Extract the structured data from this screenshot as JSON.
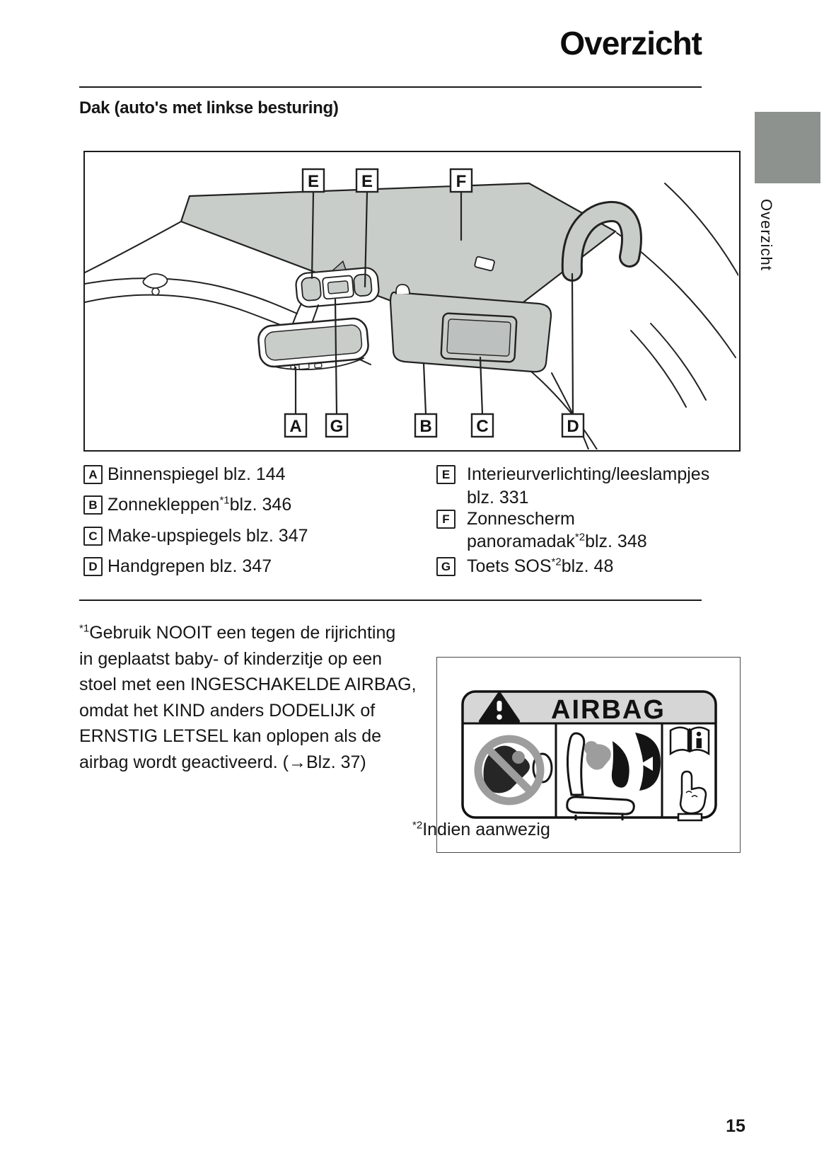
{
  "header": {
    "title": "Overzicht"
  },
  "section": {
    "heading": "Dak (auto's met linkse besturing)"
  },
  "sidebar": {
    "tab_label": "Overzicht"
  },
  "figure": {
    "callouts": {
      "e1": "E",
      "e2": "E",
      "f": "F",
      "a": "A",
      "g": "G",
      "b": "B",
      "c": "C",
      "d": "D"
    }
  },
  "legend": {
    "items": [
      {
        "key": "A",
        "pre": "Binnenspiegel blz. 144",
        "sup": "",
        "post": ""
      },
      {
        "key": "B",
        "pre": "Zonnekleppen",
        "sup": "*1",
        "post": "blz. 346"
      },
      {
        "key": "C",
        "pre": "Make-upspiegels blz. 347",
        "sup": "",
        "post": ""
      },
      {
        "key": "D",
        "pre": "Handgrepen blz. 347",
        "sup": "",
        "post": ""
      },
      {
        "key": "E",
        "pre": "Interieurverlichting/leeslampjes",
        "sup": "",
        "post": "",
        "line2": "blz. 331"
      },
      {
        "key": "F",
        "pre": "Zonnescherm",
        "sup": "",
        "post": "",
        "line2": "panoramadak",
        "line2_sup": "*2",
        "line2_post": "blz. 348"
      },
      {
        "key": "G",
        "pre": "Toets SOS",
        "sup": "*2",
        "post": "blz. 48"
      }
    ]
  },
  "footnotes": {
    "fn1": {
      "marker": "*1",
      "lines": [
        "Gebruik NOOIT een tegen de rijrichting",
        "in geplaatst baby- of kinderzitje op een",
        "stoel met een INGESCHAKELDE AIRBAG,",
        "omdat het KIND anders DODELIJK of",
        "ERNSTIG LETSEL kan oplopen als de",
        "airbag wordt geactiveerd. (→Blz. 37)"
      ]
    },
    "fn2": {
      "marker": "*2",
      "text": "Indien aanwezig"
    }
  },
  "airbag_label": {
    "header": "AIRBAG"
  },
  "page_number": "15",
  "colors": {
    "diagram_gray": "#c9cdca",
    "tab_gray": "#8d928e",
    "label_header_gray": "#d6d6d6",
    "prohibition_gray": "#9d9d9d"
  }
}
